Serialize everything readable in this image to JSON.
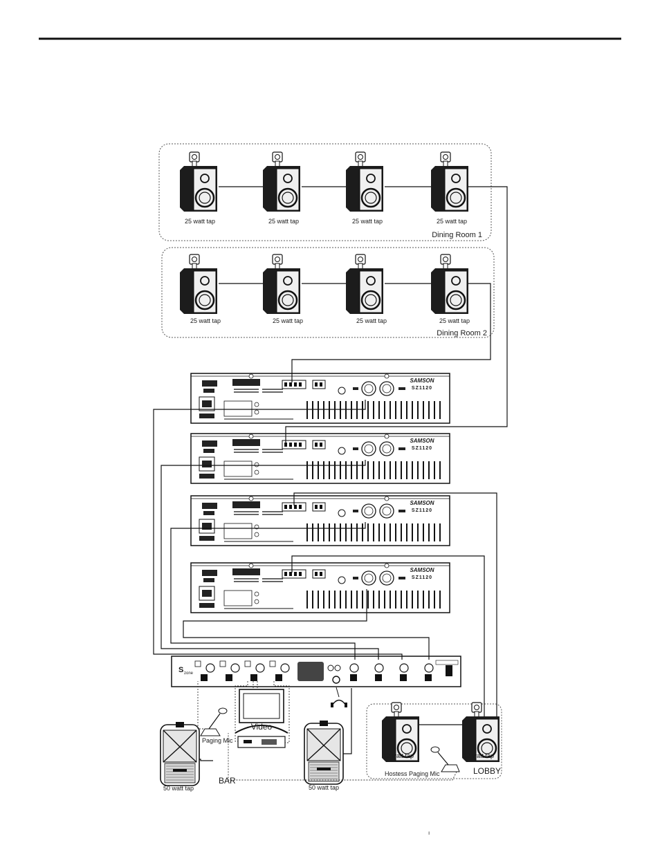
{
  "zones": {
    "dining_room_1": {
      "label": "Dining Room 1",
      "speaker_tap": "25 watt tap"
    },
    "dining_room_2": {
      "label": "Dining Room 2",
      "speaker_tap": "25 watt tap"
    },
    "lobby": {
      "label": "LOBBY",
      "speaker_tap": "12 watt tap",
      "mic_label": "Hostess Paging Mic"
    },
    "bar": {
      "label": "BAR",
      "speaker_tap": "50 watt tap",
      "mic_label": "Paging Mic"
    }
  },
  "amplifiers": {
    "brand": "SAMSON",
    "model": "SZ1120"
  },
  "video": {
    "label": "Video"
  },
  "footer": {
    "page_mark": "ı"
  }
}
